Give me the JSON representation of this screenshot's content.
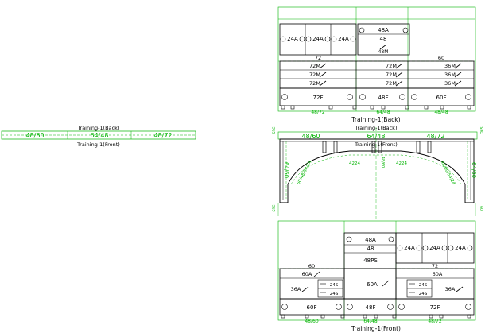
{
  "colors": {
    "linework": "#000000",
    "dimension": "#00b400",
    "background": "#ffffff"
  },
  "strip": {
    "back_caption": "Training-1(Back)",
    "front_caption": "Training-1(Front)",
    "dims": [
      "48/60",
      "64/48",
      "48/72"
    ]
  },
  "back_elevation": {
    "caption": "Training-1(Back)",
    "top_labels": {
      "a": "48A",
      "b": "48",
      "c": "48M"
    },
    "left_upper": [
      "24A",
      "24A",
      "24A"
    ],
    "row_labels": {
      "left": "72",
      "right": "60"
    },
    "left_stack": [
      "72M",
      "72M",
      "72M"
    ],
    "center_stack": [
      "72M",
      "72M",
      "72M"
    ],
    "right_stack": [
      "36M",
      "36M",
      "36M"
    ],
    "worksurfaces": [
      "72F",
      "48F",
      "60F"
    ],
    "bottom_dims": {
      "a": "64/48",
      "b": "48/72",
      "c": "48/48"
    }
  },
  "plan": {
    "caption_back": "Training-1(Back)",
    "caption_front": "Training-1(Front)",
    "top_dims": [
      "48/60",
      "64/48",
      "48/72"
    ],
    "left_side": "64/60",
    "right_side": "64/60",
    "left_curve": "60/48/54/24",
    "right_curve": "48/60/54/24",
    "mid_left": "4224",
    "mid_right": "4224",
    "mid_center": "48/60",
    "corner_left": "SRC",
    "corner_right": "SRC",
    "bottom_left_tag": "SRC",
    "bottom_right_tag": "60"
  },
  "front_elevation": {
    "caption": "Training-1(Front)",
    "top_labels": {
      "a": "48A",
      "b": "48",
      "c": "48PS"
    },
    "right_upper": [
      "24A",
      "24A",
      "24A"
    ],
    "row_labels": {
      "left": "60",
      "right": "72"
    },
    "left_units": {
      "a": "60A",
      "b": "36A"
    },
    "left_drawers": [
      "24S",
      "24S"
    ],
    "center_unit": "60A",
    "right_units": {
      "a": "60A",
      "b": "36A"
    },
    "right_drawers": [
      "24S",
      "24S"
    ],
    "worksurfaces": [
      "60F",
      "48F",
      "72F"
    ],
    "bottom_dims": {
      "a": "48/60",
      "b": "64/48",
      "c": "48/72"
    }
  }
}
